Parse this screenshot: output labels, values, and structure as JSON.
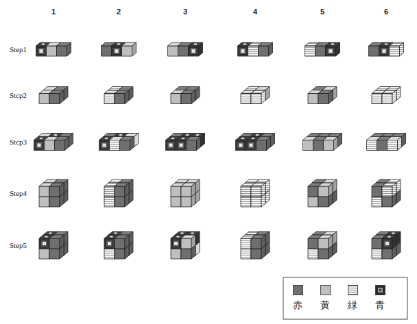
{
  "diagram": {
    "labels": [
      "1",
      "2",
      "3",
      "4",
      "5",
      "6",
      "Step1",
      "Stcp2",
      "Stcp3",
      "Step4",
      "Step5"
    ],
    "legend": [
      {
        "text": "赤",
        "color": "#6f6f6f"
      },
      {
        "text": "黄",
        "color": "#bfbfbf"
      },
      {
        "text": "緑",
        "color": "#f4f4f4"
      },
      {
        "text": "青",
        "color": "#3a3a3a"
      }
    ]
  }
}
